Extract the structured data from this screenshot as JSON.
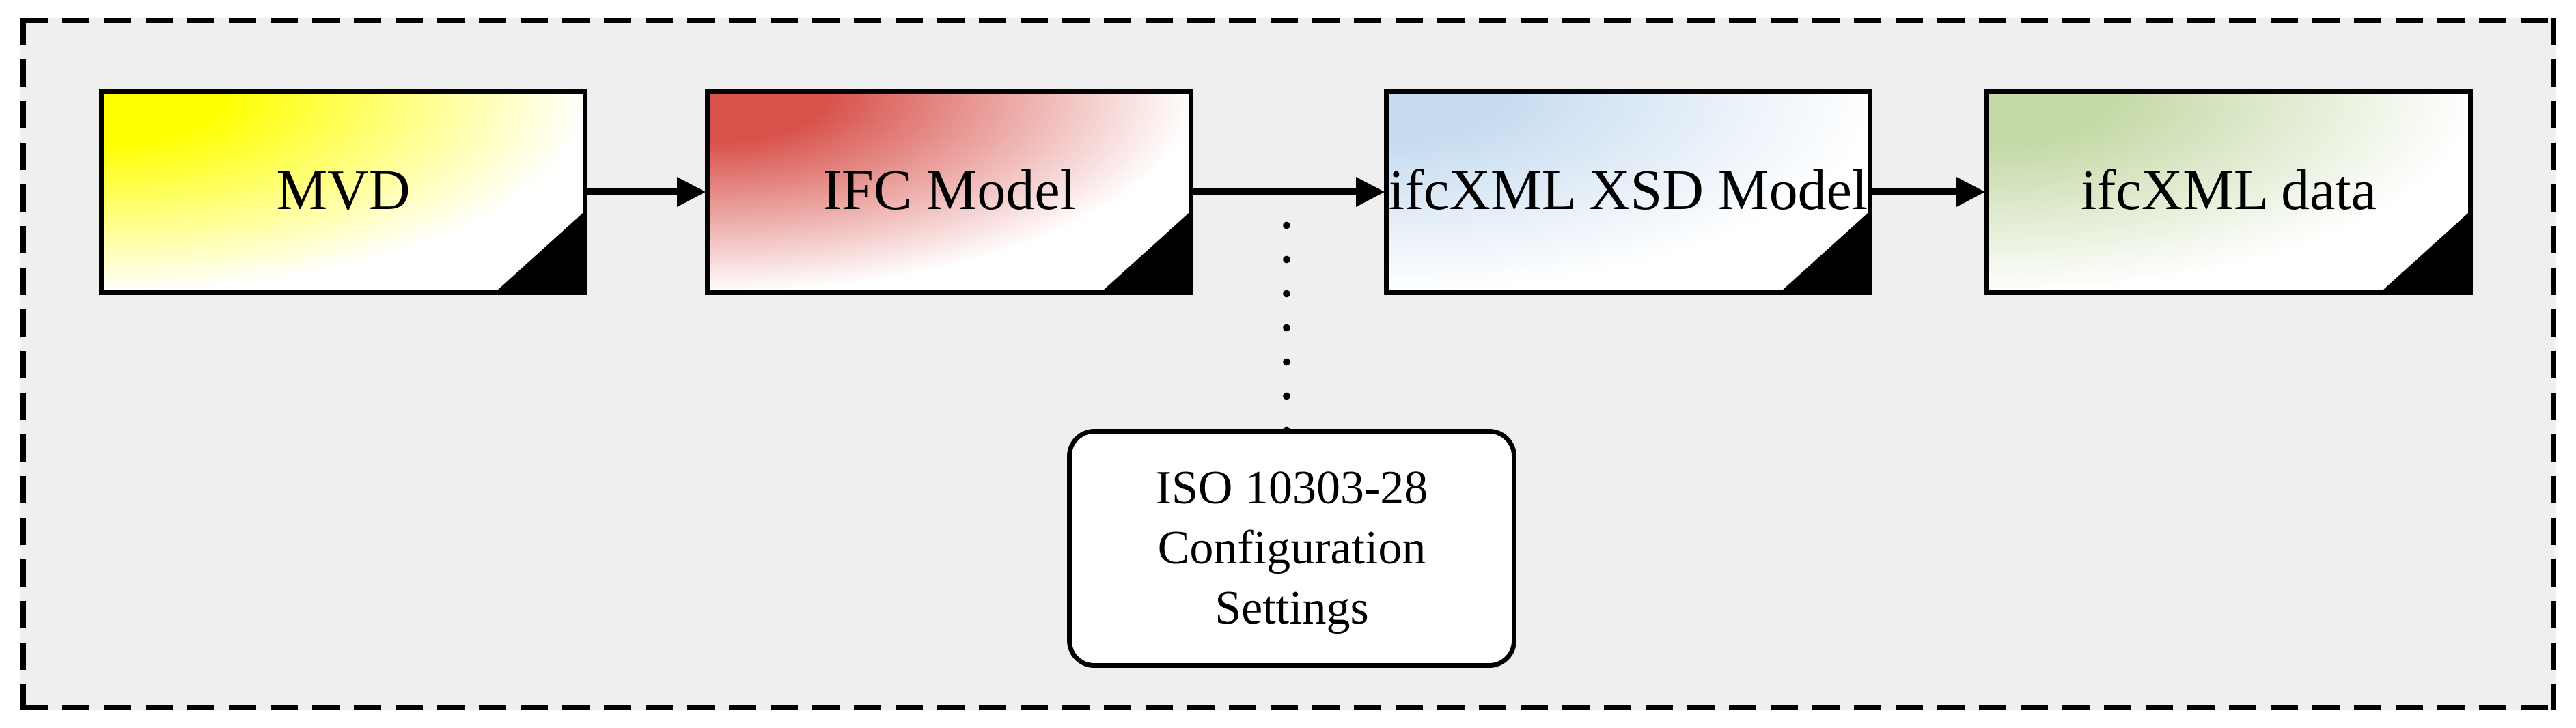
{
  "diagram": {
    "background_color": "#ffffff",
    "frame_fill_color": "#efefef",
    "line_color": "#000000",
    "nodes": [
      {
        "label": "MVD",
        "color": "#ffff00"
      },
      {
        "label": "IFC Model",
        "color": "#d8514a"
      },
      {
        "label": "ifcXML XSD Model",
        "color": "#c7dcf0"
      },
      {
        "label": "ifcXML data",
        "color": "#c3d8a3"
      }
    ],
    "arrows": [
      {
        "from": "MVD",
        "to": "IFC Model"
      },
      {
        "from": "IFC Model",
        "to": "ifcXML XSD Model"
      },
      {
        "from": "ifcXML XSD Model",
        "to": "ifcXML data"
      }
    ],
    "config_note": {
      "lines": [
        "ISO 10303-28",
        "Configuration",
        "Settings"
      ]
    }
  }
}
